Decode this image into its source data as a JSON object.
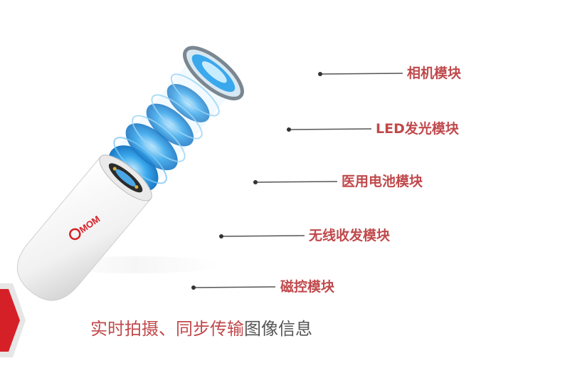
{
  "modules": [
    {
      "label": "相机模块"
    },
    {
      "label": "LED发光模块"
    },
    {
      "label": "医用电池模块"
    },
    {
      "label": "无线收发模块"
    },
    {
      "label": "磁控模块"
    }
  ],
  "caption": {
    "highlight": "实时拍摄、同步传输",
    "rest": "图像信息"
  },
  "logo_text": "OMOM",
  "colors": {
    "label": "#c0494c",
    "caption_gray": "#555555",
    "leader": "#555555",
    "lens_blue": "#2f9fe0",
    "arrow_red": "#d62027"
  }
}
